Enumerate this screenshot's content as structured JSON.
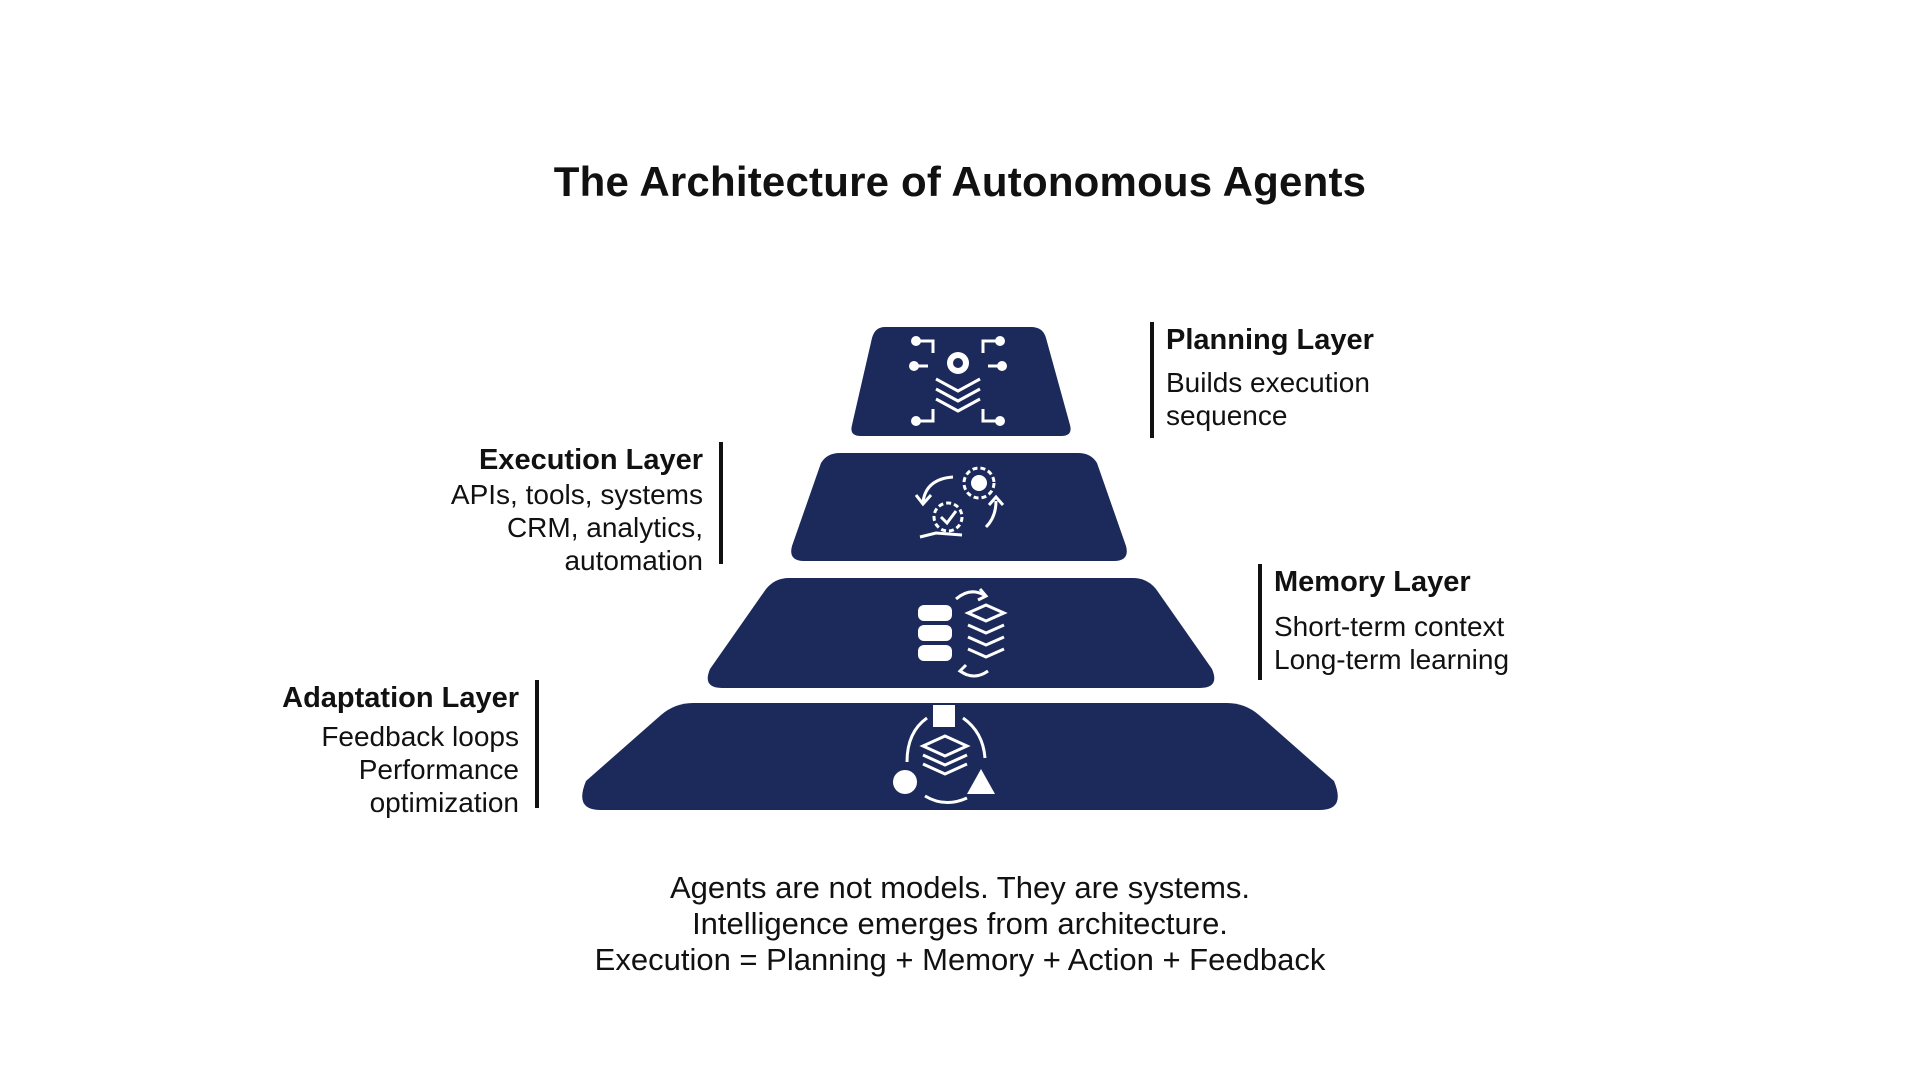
{
  "title": "The Architecture of Autonomous Agents",
  "colors": {
    "tier_fill": "#1b2a5a",
    "icon": "#ffffff",
    "text": "#111111"
  },
  "layers": [
    {
      "id": "planning",
      "name": "Planning Layer",
      "description": "Builds execution\nsequence",
      "icon": "code-gear-stack-circuit-icon"
    },
    {
      "id": "execution",
      "name": "Execution Layer",
      "description": "APIs, tools, systems\nCRM, analytics,\nautomation",
      "icon": "gear-hand-cycle-icon"
    },
    {
      "id": "memory",
      "name": "Memory Layer",
      "description": "Short-term context\nLong-term learning",
      "icon": "database-layers-sync-icon"
    },
    {
      "id": "adaptation",
      "name": "Adaptation Layer",
      "description": "Feedback loops\nPerformance\noptimization",
      "icon": "layers-cycle-shapes-icon"
    }
  ],
  "footer": {
    "line1": "Agents are not models. They are systems.",
    "line2": "Intelligence emerges from architecture.",
    "line3": "Execution = Planning + Memory + Action + Feedback"
  }
}
